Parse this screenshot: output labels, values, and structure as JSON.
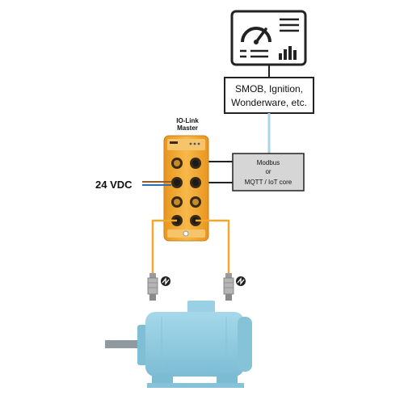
{
  "scada": {
    "label_line1": "SMOB, Ignition,",
    "label_line2": "Wonderware, etc."
  },
  "master": {
    "title_line1": "IO-Link",
    "title_line2": "Master"
  },
  "protocol": {
    "line1": "Modbus",
    "line2": "or",
    "line3": "MQTT / IoT core"
  },
  "power": {
    "label": "24 VDC"
  },
  "colors": {
    "cable_orange": "#f0a830",
    "module_orange": "#f3a93a",
    "motor_blue": "#8fcbe0",
    "link_blue": "#a9d4e8",
    "wire_blue": "#2e6fb0",
    "wire_brown": "#9a5a2a"
  }
}
